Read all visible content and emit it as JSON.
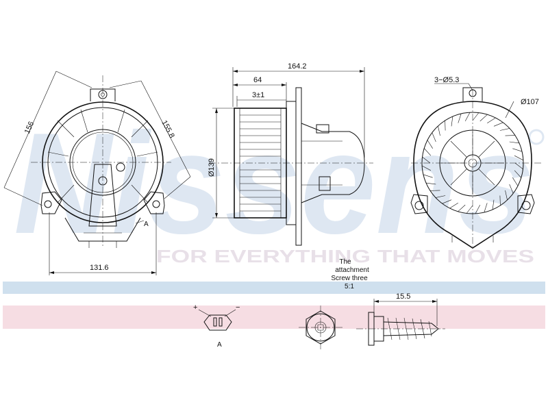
{
  "watermark": {
    "brand": "Nissens",
    "tagline": "FOR EVERYTHING THAT MOVES",
    "colors": {
      "blue": "#c9d7ea",
      "red": "#f3cfd6"
    }
  },
  "front_view": {
    "dim_height_left": "156",
    "dim_height_right": "155.8",
    "dim_width_bottom": "131.6",
    "detail_ref": "A"
  },
  "side_view": {
    "dim_overall_length": "164.2",
    "dim_wheel_width": "64",
    "dim_offset": "3±1",
    "dim_diameter": "Ø139",
    "note_lines": [
      "The",
      "attachment",
      "Screw three",
      "5:1"
    ]
  },
  "back_view": {
    "dim_holes": "3−Ø5.3",
    "dim_diameter": "Ø107"
  },
  "connector_detail": {
    "plus": "+",
    "minus": "−",
    "label": "A"
  },
  "screw_detail": {
    "dim_length": "15.5"
  },
  "bands": {
    "blue": "#cfe0ee",
    "pink": "#f6dde3"
  }
}
